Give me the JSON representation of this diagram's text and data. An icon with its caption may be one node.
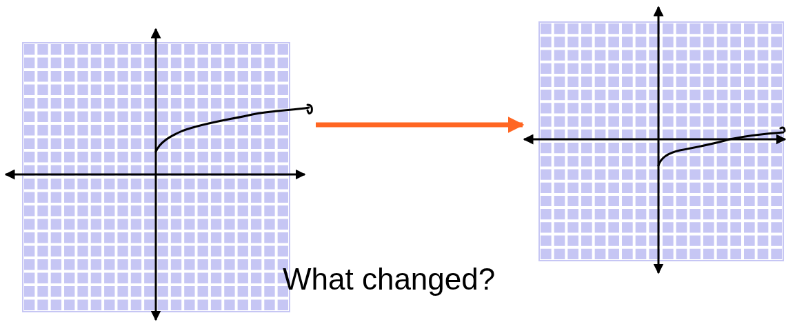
{
  "diagram": {
    "nodes": [
      {
        "text": [],
        "shape": "picture"
      },
      {
        "text": [],
        "shape": "picture"
      }
    ],
    "edges": [
      {
        "from": 0,
        "to": 1,
        "arrow": "to",
        "color": "#ff6622"
      }
    ],
    "labels": [
      "What changed?"
    ]
  }
}
